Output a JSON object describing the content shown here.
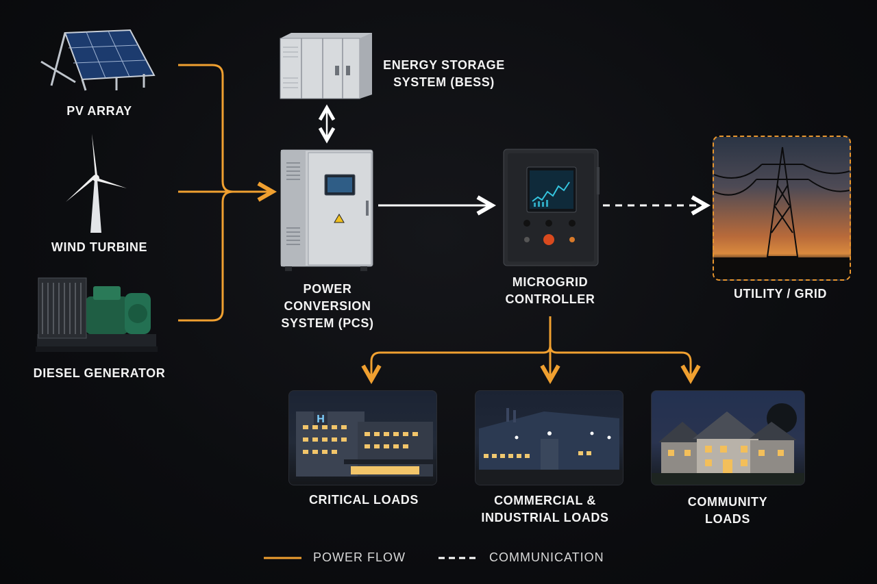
{
  "sources": {
    "pv": "PV ARRAY",
    "wind": "WIND TURBINE",
    "diesel": "DIESEL GENERATOR"
  },
  "storage": {
    "label": "ENERGY STORAGE\nSYSTEM (BESS)"
  },
  "pcs": {
    "label": "POWER\nCONVERSION\nSYSTEM (PCS)"
  },
  "controller": {
    "label": "MICROGRID\nCONTROLLER"
  },
  "grid": {
    "label": "UTILITY / GRID"
  },
  "loads": {
    "critical": "CRITICAL LOADS",
    "commercial": "COMMERCIAL &\nINDUSTRIAL LOADS",
    "community": "COMMUNITY\nLOADS"
  },
  "legend": {
    "power": "POWER FLOW",
    "communication": "COMMUNICATION"
  },
  "colors": {
    "power_flow": "#f0a030",
    "data_flow": "#ffffff",
    "grid_border": "#e8962e",
    "background": "#0c0d10"
  }
}
